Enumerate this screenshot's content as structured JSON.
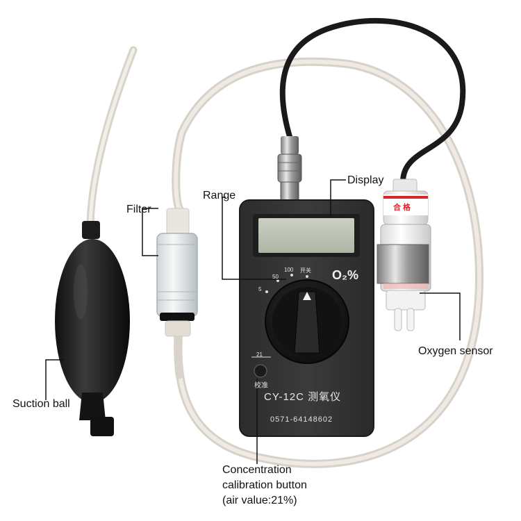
{
  "labels": {
    "range": "Range",
    "display": "Display",
    "filter": "Filter",
    "oxygen_sensor": "Oxygen sensor",
    "suction_ball": "Suction ball",
    "calibration_line1": "Concentration",
    "calibration_line2": "calibration button",
    "calibration_line3": "(air value:21%)"
  },
  "device": {
    "unit_label": "O₂%",
    "dial_range_5": "5",
    "dial_range_50": "50",
    "dial_range_100": "100",
    "dial_switch": "开关",
    "calib_mark": "21",
    "calib_button_label": "校准",
    "model": "CY-12C 测氧仪",
    "phone": "0571-64148602",
    "sensor_tag": "合 格"
  }
}
